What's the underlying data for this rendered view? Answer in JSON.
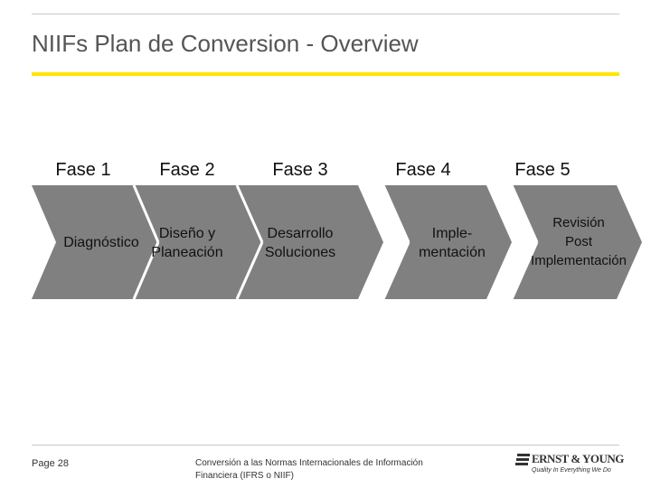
{
  "header": {
    "title": "NIIFs Plan de Conversion - Overview"
  },
  "phases": [
    {
      "label": "Fase 1",
      "lines": [
        "Diagnóstico"
      ]
    },
    {
      "label": "Fase 2",
      "lines": [
        "Diseño y",
        "Planeación"
      ]
    },
    {
      "label": "Fase 3",
      "lines": [
        "Desarrollo",
        "Soluciones"
      ]
    },
    {
      "label": "Fase 4",
      "lines": [
        "Imple-",
        "mentación"
      ]
    },
    {
      "label": "Fase 5",
      "lines": [
        "Revisión",
        "Post",
        "Implementación"
      ]
    }
  ],
  "footer": {
    "page": "Page 28",
    "doc_line1": "Conversión a las Normas Internacionales de Información",
    "doc_line2": "Financiera (IFRS o NIIF)",
    "logo_name": "ERNST & YOUNG",
    "logo_tagline": "Quality In Everything We Do"
  },
  "colors": {
    "accent": "#ffe600",
    "chevron": "#808080",
    "rule": "#c8c8c8"
  }
}
